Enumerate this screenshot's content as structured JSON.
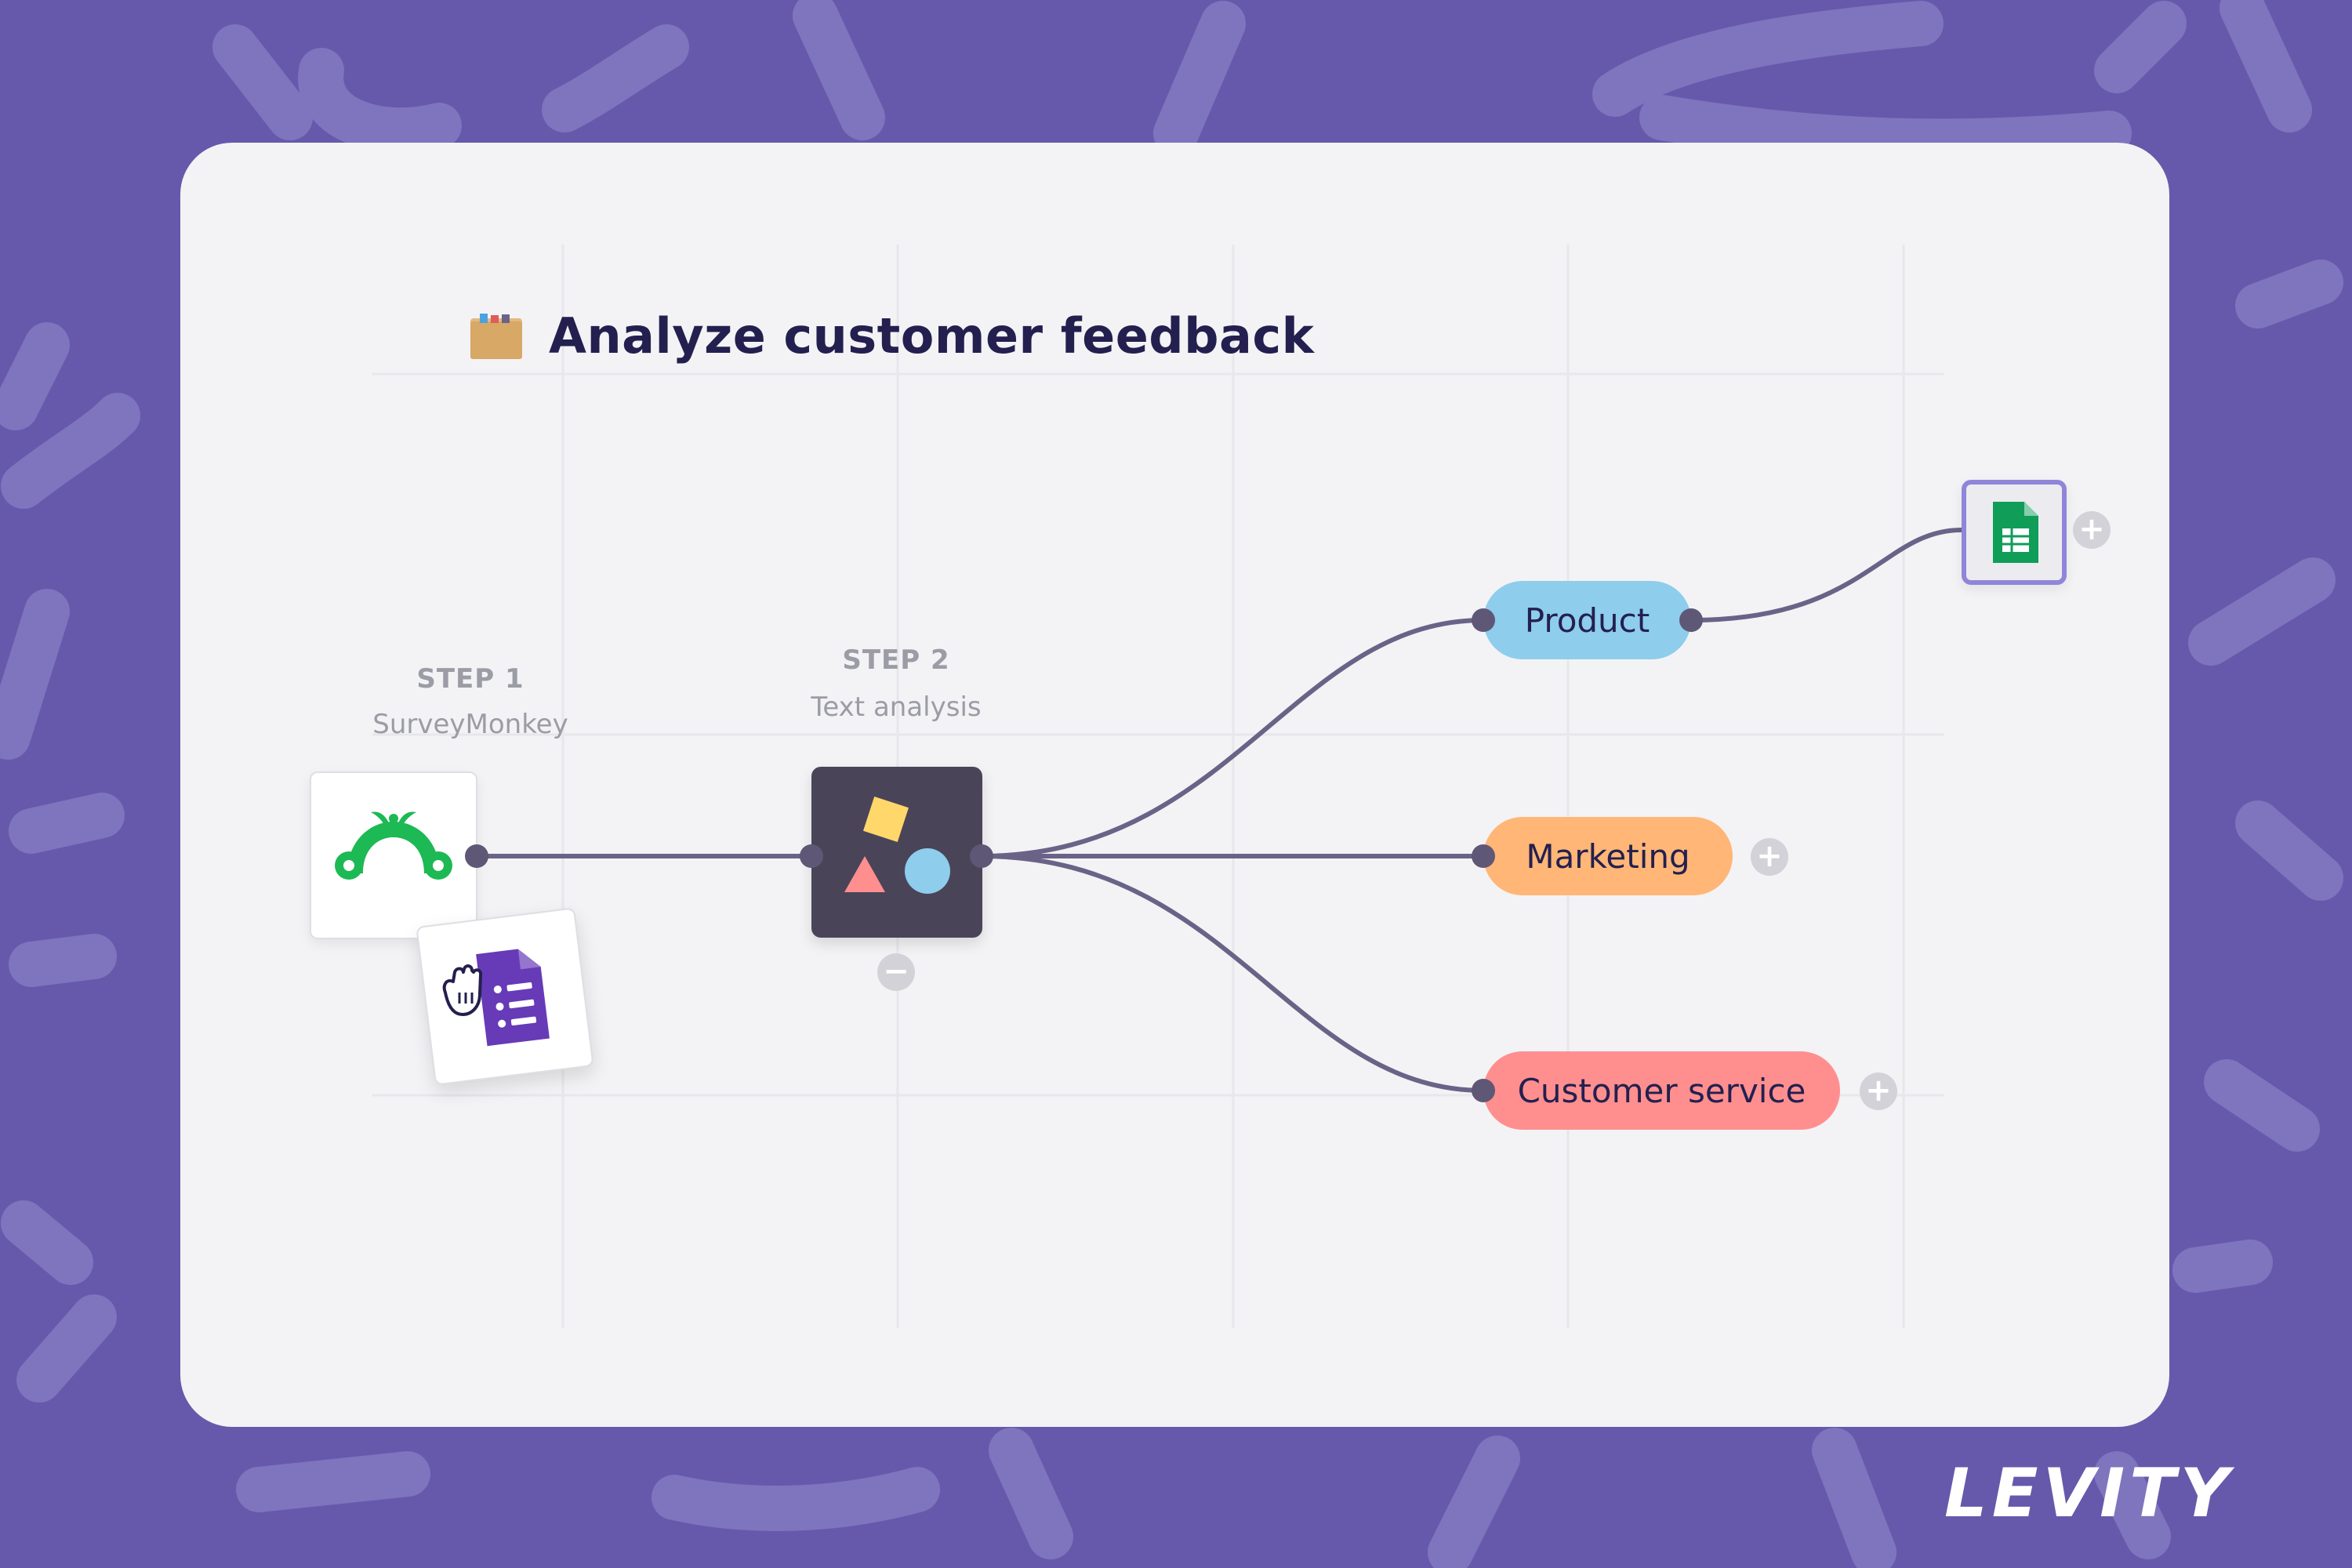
{
  "title": "Analyze customer feedback",
  "title_icon": "folder-icon",
  "steps": [
    {
      "label": "STEP 1",
      "app": "SurveyMonkey"
    },
    {
      "label": "STEP 2",
      "app": "Text analysis"
    }
  ],
  "categories": [
    {
      "label": "Product",
      "color": "#8ecdec"
    },
    {
      "label": "Marketing",
      "color": "#ffb677"
    },
    {
      "label": "Customer service",
      "color": "#ff8f8f"
    }
  ],
  "icons": {
    "source": "surveymonkey-icon",
    "dragged": "google-forms-icon",
    "cursor": "grab-hand-icon",
    "analysis": "text-analysis-shapes-icon",
    "destination": "google-sheets-icon"
  },
  "buttons": {
    "add": "+",
    "remove": "−"
  },
  "brand": "LEVITY",
  "colors": {
    "background": "#6659ab",
    "card": "#f3f3f5",
    "connector": "#6a6387",
    "surveymonkey": "#1db954",
    "forms": "#673ab7",
    "sheets": "#0f9d58"
  }
}
